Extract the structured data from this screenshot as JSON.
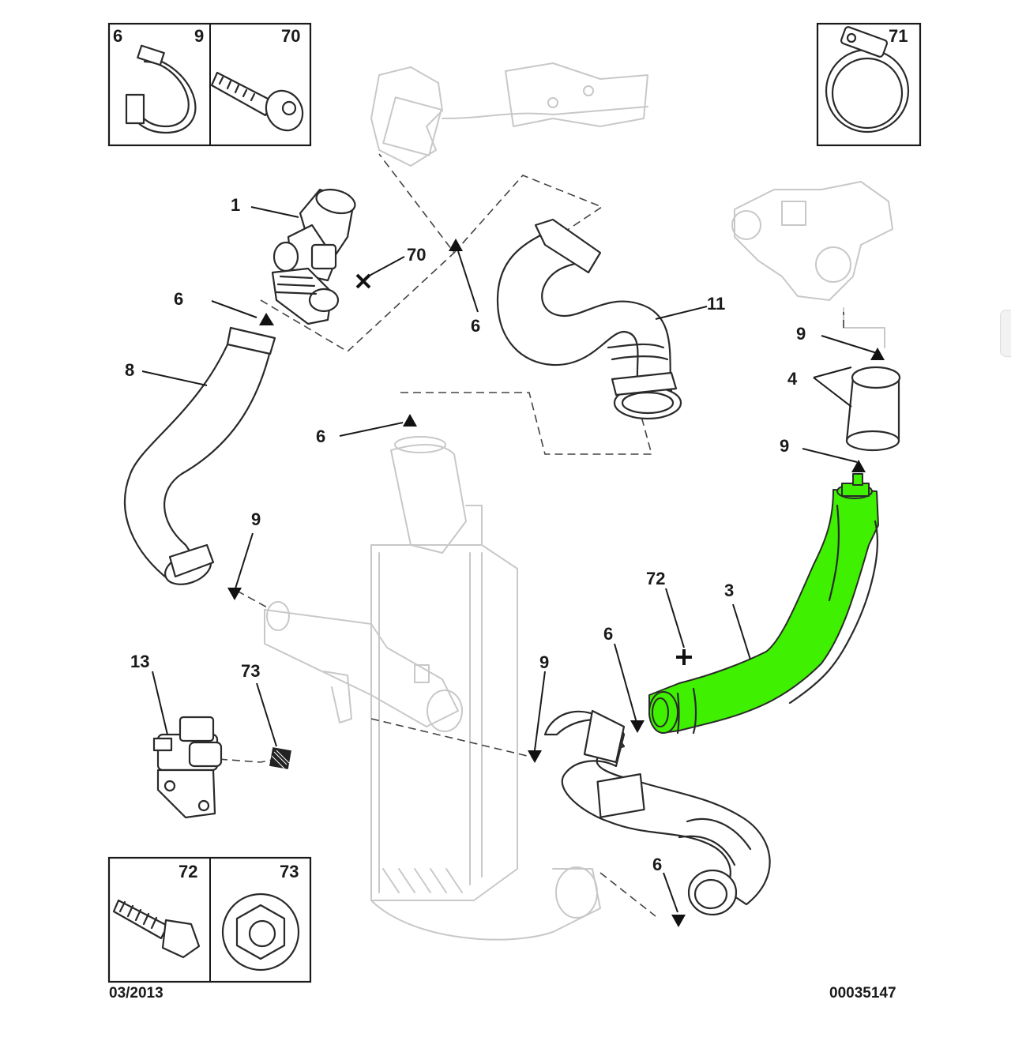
{
  "diagram": {
    "date_code": "03/2013",
    "reference": "00035147",
    "highlight_color": "#3ff000",
    "detail_boxes": {
      "top_left": [
        "6",
        "9",
        "70"
      ],
      "top_right": [
        "71"
      ],
      "bottom_left": [
        "72",
        "73"
      ]
    },
    "labels": {
      "part_1": "1",
      "part_70": "70",
      "part_6_a": "6",
      "part_6_b": "6",
      "part_6_c": "6",
      "part_6_d": "6",
      "part_6_e": "6",
      "part_8": "8",
      "part_11": "11",
      "part_9_a": "9",
      "part_9_b": "9",
      "part_9_c": "9",
      "part_9_d": "9",
      "part_4": "4",
      "part_72": "72",
      "part_3": "3",
      "part_13": "13",
      "part_73": "73"
    }
  }
}
